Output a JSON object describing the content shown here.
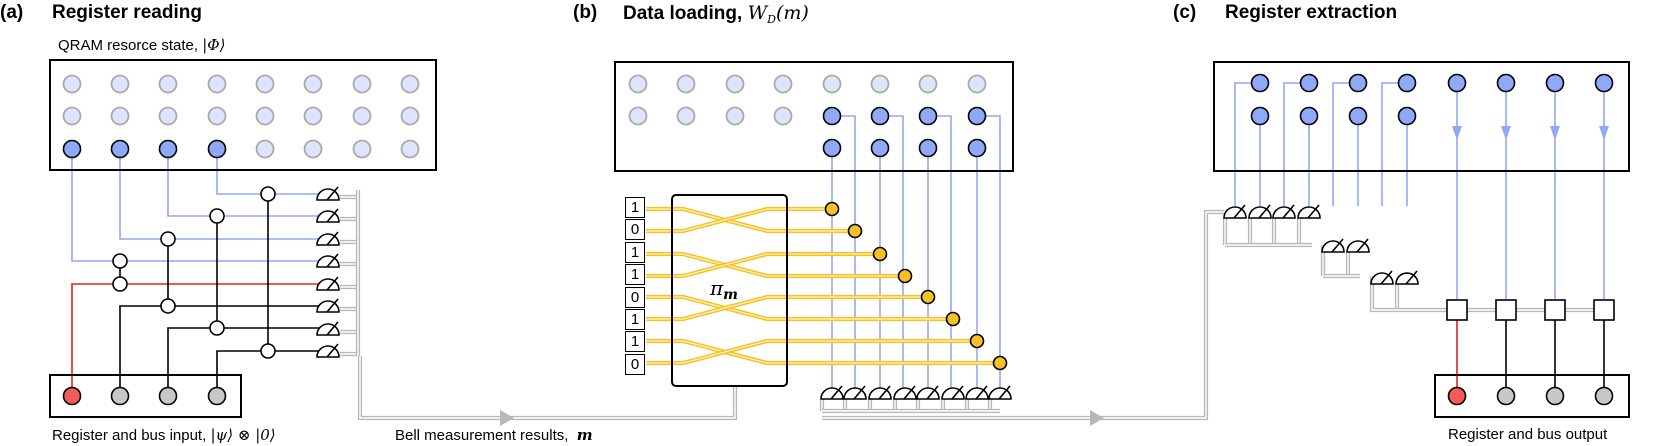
{
  "panel_a": {
    "letter": "(a)",
    "title": "Register reading",
    "resource_label": "QRAM resorce state,",
    "resource_math": "|Φ⟩",
    "input_label": "Register and bus input,",
    "input_math": "|ψ⟩ ⊗ |0⟩"
  },
  "bell_label": "Bell measurement results,",
  "bell_math": "m",
  "panel_b": {
    "letter": "(b)",
    "title": "Data loading,",
    "title_math_w": "W",
    "title_math_sub": "D",
    "title_math_arg": "(m)",
    "bits": [
      "1",
      "0",
      "1",
      "1",
      "0",
      "1",
      "1",
      "0"
    ],
    "perm_symbol": "π",
    "perm_sub": "m"
  },
  "panel_c": {
    "letter": "(c)",
    "title": "Register extraction",
    "output_label": "Register and bus output"
  },
  "colors": {
    "active_qubit": "#8fa8f7",
    "inactive_qubit": "#dde4fb",
    "register_qubit": "#f55a5a",
    "bus_qubit": "#c8c8c8",
    "quantum_wire": "#8fa8f7",
    "register_wire": "#e82020",
    "classical_wire": "#b8b8b8",
    "data_wire": "#f6c125"
  }
}
